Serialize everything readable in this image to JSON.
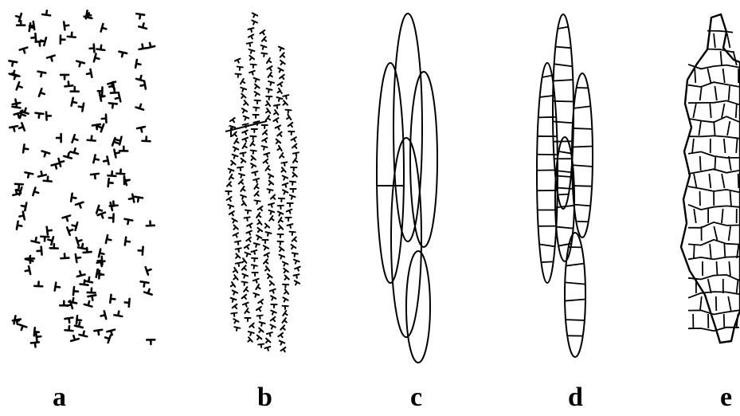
{
  "figure": {
    "ink_color": "#000000",
    "background": "#ffffff",
    "panels": [
      {
        "id": "a",
        "label": "a",
        "depicts": "scattered-dislocation-symbols"
      },
      {
        "id": "b",
        "label": "b",
        "depicts": "dislocations-gathered-into-walls"
      },
      {
        "id": "c",
        "label": "c",
        "depicts": "elongated-cell-outlines"
      },
      {
        "id": "d",
        "label": "d",
        "depicts": "elongated-cells-with-transverse-walls"
      },
      {
        "id": "e",
        "label": "e",
        "depicts": "polygonal-subgrain-network"
      }
    ]
  }
}
